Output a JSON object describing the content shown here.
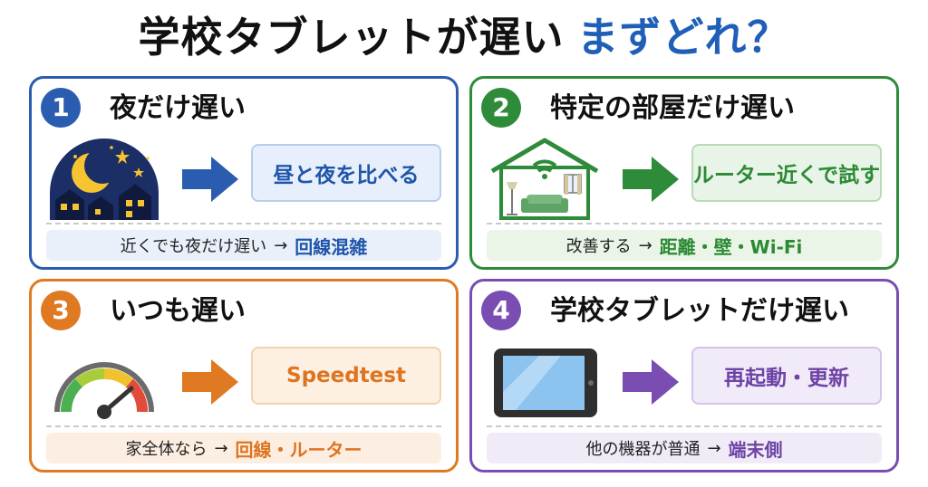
{
  "title": {
    "main": "学校タブレットが遅い",
    "accent": "まずどれ？"
  },
  "colors": {
    "blue": "#2a5db0",
    "green": "#2e8b3a",
    "orange": "#e07a22",
    "purple": "#7a4db2"
  },
  "cards": [
    {
      "number": "1",
      "heading": "夜だけ遅い",
      "icon": "moon-night-houses-icon",
      "action": "昼と夜を比べる",
      "note": "近くでも夜だけ遅い",
      "arrow": "→",
      "emphasis": "回線混雑"
    },
    {
      "number": "2",
      "heading": "特定の部屋だけ遅い",
      "icon": "house-wifi-room-icon",
      "action": "ルーター近くで試す",
      "note": "改善する",
      "arrow": "→",
      "emphasis": "距離・壁・Wi-Fi"
    },
    {
      "number": "3",
      "heading": "いつも遅い",
      "icon": "speedometer-icon",
      "action": "Speedtest",
      "note": "家全体なら",
      "arrow": "→",
      "emphasis": "回線・ルーター"
    },
    {
      "number": "4",
      "heading": "学校タブレットだけ遅い",
      "icon": "tablet-icon",
      "action": "再起動・更新",
      "note": "他の機器が普通",
      "arrow": "→",
      "emphasis": "端末側"
    }
  ]
}
